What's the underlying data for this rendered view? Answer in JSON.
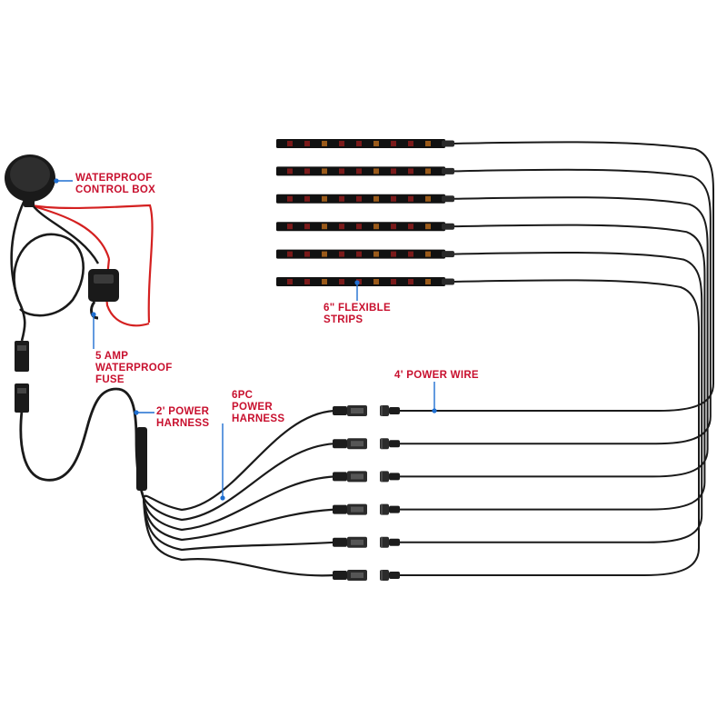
{
  "colors": {
    "label_text": "#c8102e",
    "leader_line": "#1f6fd1",
    "cable": "#1a1a1a",
    "strip_body": "#111111",
    "led_red": "#7a1a1a",
    "led_amber": "#9a5a1a",
    "red_wire": "#d42020"
  },
  "labels": {
    "control_box": [
      "WATERPROOF",
      "CONTROL BOX"
    ],
    "fuse": [
      "5 AMP",
      "WATERPROOF",
      "FUSE"
    ],
    "power_harness": [
      "2' POWER",
      "HARNESS"
    ],
    "six_pc_harness": [
      "6PC",
      "POWER",
      "HARNESS"
    ],
    "power_wire": [
      "4' POWER WIRE"
    ],
    "strips": [
      "6\" FLEXIBLE",
      "STRIPS"
    ]
  },
  "components": {
    "strip_count": 6,
    "connector_pair_count": 6,
    "icons": [
      "control-box-icon",
      "fuse-holder-icon",
      "led-strip-icon",
      "connector-icon"
    ]
  }
}
